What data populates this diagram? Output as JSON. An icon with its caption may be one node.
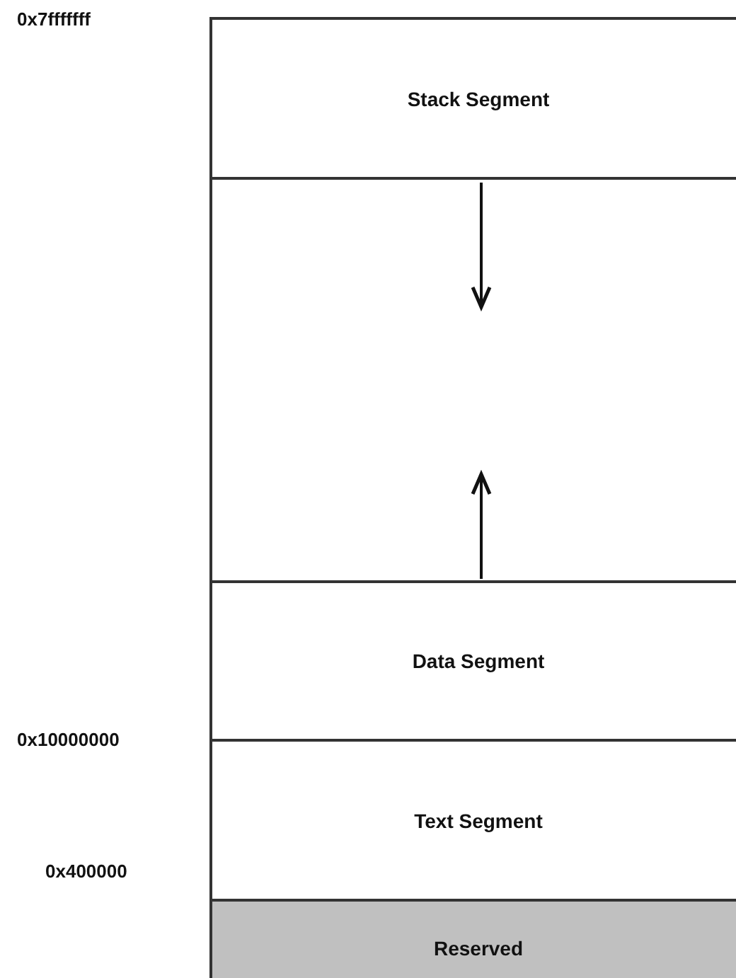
{
  "diagram": {
    "nodes": [
      {
        "text": [
          "Stack Segment"
        ]
      },
      {
        "text": [],
        "shape": "box"
      },
      {
        "text": [
          "Data Segment"
        ]
      },
      {
        "text": [
          "Text Segment"
        ]
      },
      {
        "text": [
          "Reserved"
        ]
      }
    ],
    "edges": [
      {
        "from": 0,
        "to": 1,
        "arrow": "to"
      },
      {
        "from": 2,
        "to": 1,
        "arrow": "to"
      }
    ],
    "labels": [
      "0x7fffffff",
      "0x10000000",
      "0x400000"
    ]
  }
}
